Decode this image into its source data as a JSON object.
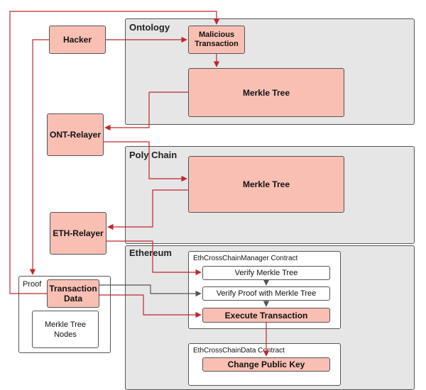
{
  "colors": {
    "attack_flow": "#c0272d",
    "normal_flow": "#555555",
    "node_fill": "#f9bfb3",
    "zone_fill": "#e6e6e6"
  },
  "zones": {
    "ontology": "Ontology",
    "poly_chain": "Poly Chain",
    "ethereum": "Ethereum"
  },
  "nodes": {
    "hacker": "Hacker",
    "malicious_tx_line1": "Malicious",
    "malicious_tx_line2": "Transaction",
    "ontology_merkle": "Merkle Tree",
    "ont_relayer": "ONT-Relayer",
    "poly_merkle": "Merkle Tree",
    "eth_relayer": "ETH-Relayer"
  },
  "proof": {
    "title": "Proof",
    "tx_line1": "Transaction",
    "tx_line2": "Data",
    "nodes_line1": "Merkle Tree",
    "nodes_line2": "Nodes"
  },
  "manager_contract": {
    "title": "EthCrossChainManager Contract",
    "step1": "Verify Merkle Tree",
    "step2": "Verify Proof with Merkle Tree",
    "step3": "Execute Transaction"
  },
  "data_contract": {
    "title": "EthCrossChainData Contract",
    "step1": "Change Public Key"
  }
}
